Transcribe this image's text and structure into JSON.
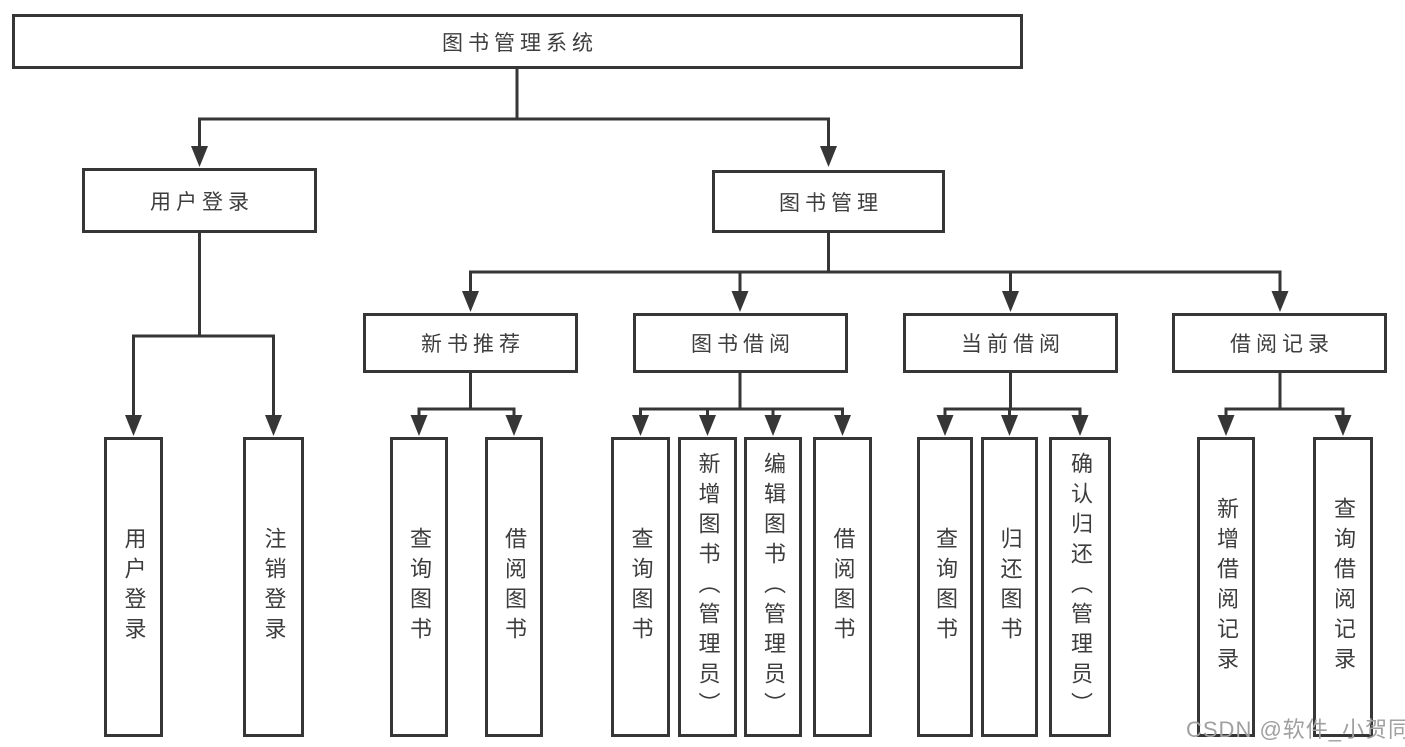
{
  "tree": {
    "label": "图书管理系统",
    "children": [
      {
        "label": "用户登录",
        "children": [
          {
            "label": "用户登录"
          },
          {
            "label": "注销登录"
          }
        ]
      },
      {
        "label": "图书管理",
        "children": [
          {
            "label": "新书推荐",
            "children": [
              {
                "label": "查询图书"
              },
              {
                "label": "借阅图书"
              }
            ]
          },
          {
            "label": "图书借阅",
            "children": [
              {
                "label": "查询图书"
              },
              {
                "label": "新增图书（管理员）"
              },
              {
                "label": "编辑图书（管理员）"
              },
              {
                "label": "借阅图书"
              }
            ]
          },
          {
            "label": "当前借阅",
            "children": [
              {
                "label": "查询图书"
              },
              {
                "label": "归还图书"
              },
              {
                "label": "确认归还（管理员）"
              }
            ]
          },
          {
            "label": "借阅记录",
            "children": [
              {
                "label": "新增借阅记录"
              },
              {
                "label": "查询借阅记录"
              }
            ]
          }
        ]
      }
    ]
  },
  "watermark": "CSDN @软件_小贺同学",
  "colors": {
    "line": "#363636",
    "text": "#3d3d3d",
    "watermark": "#a0a0a0",
    "background": "#ffffff"
  }
}
